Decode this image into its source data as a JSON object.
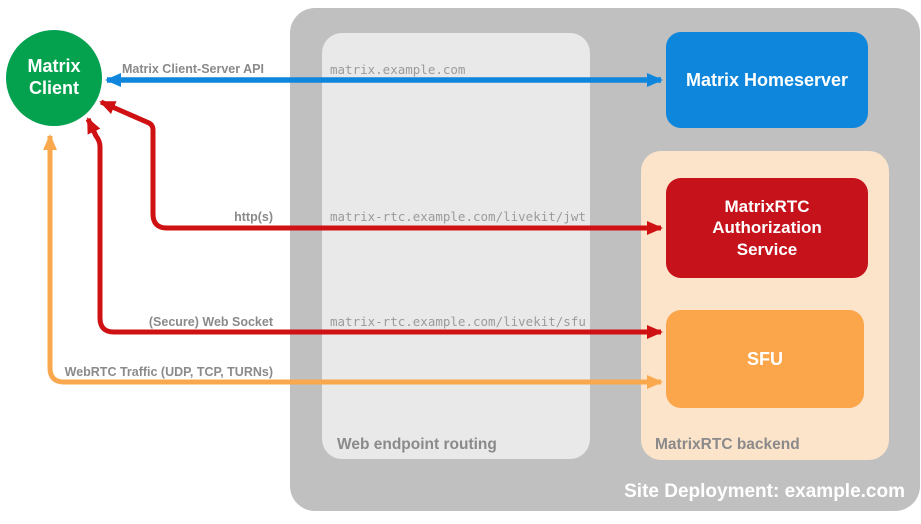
{
  "diagram": {
    "nodes": {
      "client": {
        "label": "Matrix\nClient"
      },
      "homeserver": {
        "label": "Matrix Homeserver"
      },
      "auth": {
        "label": "MatrixRTC\nAuthorization\nService"
      },
      "sfu": {
        "label": "SFU"
      }
    },
    "zones": {
      "routing": {
        "label": "Web endpoint routing"
      },
      "backend": {
        "label": "MatrixRTC backend"
      },
      "site": {
        "label": "Site Deployment: example.com"
      }
    },
    "connections": [
      {
        "label": "Matrix Client-Server API",
        "endpoint": "matrix.example.com",
        "from": "Matrix Client",
        "to": "Matrix Homeserver",
        "color": "#0e86dc"
      },
      {
        "label": "http(s)",
        "endpoint": "matrix-rtc.example.com/livekit/jwt",
        "from": "Matrix Client",
        "to": "MatrixRTC Authorization Service",
        "color": "#cf1113"
      },
      {
        "label": "(Secure) Web Socket",
        "endpoint": "matrix-rtc.example.com/livekit/sfu",
        "from": "Matrix Client",
        "to": "SFU",
        "color": "#cf1113"
      },
      {
        "label": "WebRTC Traffic (UDP, TCP, TURNs)",
        "endpoint": "",
        "from": "Matrix Client",
        "to": "SFU",
        "color": "#f9a84e"
      }
    ],
    "colors": {
      "client_green": "#04a14f",
      "homeserver_blue": "#0e86dc",
      "auth_red": "#c5121b",
      "sfu_orange": "#fba64a",
      "backend_peach": "#fce4ca",
      "site_gray": "#c0c0c0",
      "routing_gray": "#e9e9e9",
      "label_gray": "#8a8a8a",
      "endpoint_gray": "#9b9b9b"
    }
  }
}
